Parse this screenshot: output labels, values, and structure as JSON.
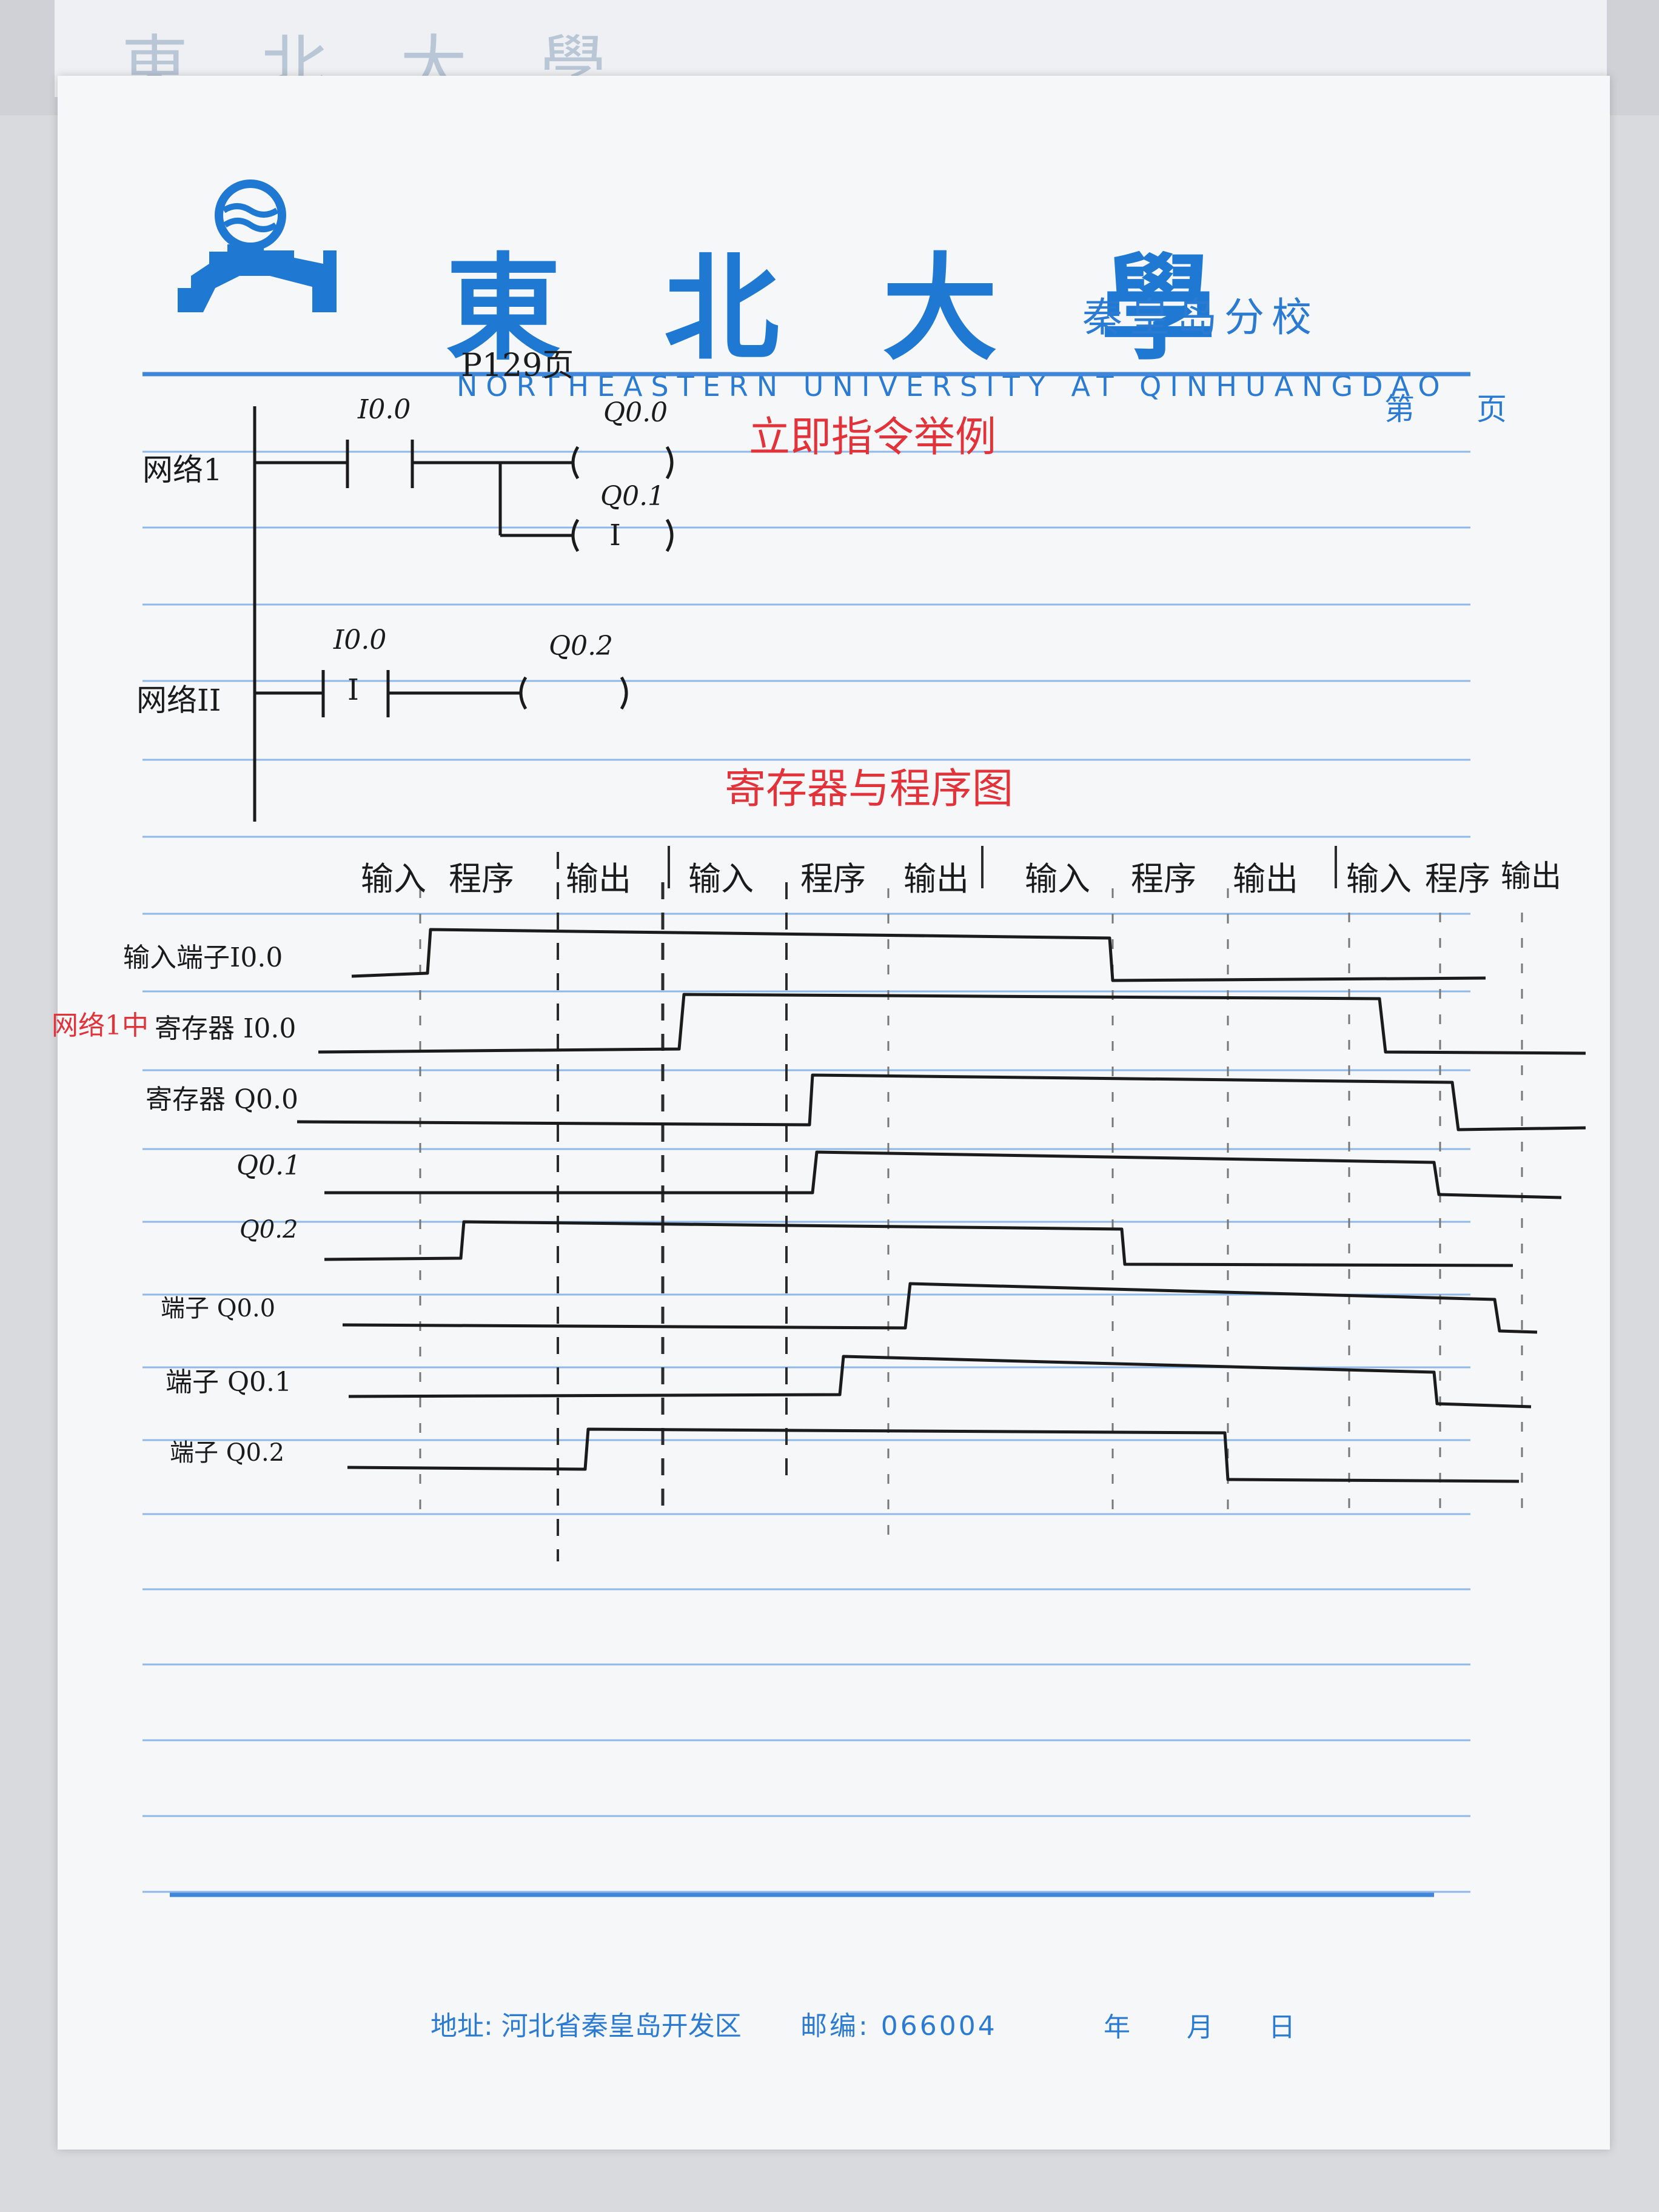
{
  "letterhead": {
    "university_cn": "東北大學",
    "campus_cn": "秦皇岛分校",
    "university_en": "NORTHEASTERN  UNIVERSITY  AT  QINHUANGDAO",
    "page_label": "第",
    "page_suffix": "页"
  },
  "notes": {
    "page_ref": "P129页",
    "heading_immediate": "立即指令举例",
    "heading_timing": "寄存器与程序图"
  },
  "ladder": {
    "network_1": {
      "label": "网络1",
      "contact": "I0.0",
      "coil_1": "Q0.0",
      "coil_2": "Q0.1",
      "coil_2_mark": "I"
    },
    "network_2": {
      "label": "网络II",
      "contact": "I0.0",
      "contact_mark": "I",
      "coil": "Q0.2"
    }
  },
  "timing": {
    "phases": [
      "输入",
      "程序",
      "输出",
      "输入",
      "程序",
      "输出",
      "输入",
      "程序",
      "输出",
      "输入",
      "程序",
      "输出"
    ],
    "side_note": "网络1中",
    "signals": [
      {
        "label": "输入端子I0.0"
      },
      {
        "label": "寄存器 I0.0"
      },
      {
        "label": "寄存器 Q0.0"
      },
      {
        "label": "Q0.1"
      },
      {
        "label": "Q0.2"
      },
      {
        "label": "端子 Q0.0"
      },
      {
        "label": "端子 Q0.1"
      },
      {
        "label": "端子 Q0.2"
      }
    ]
  },
  "footer": {
    "address": "地址: 河北省秦皇岛开发区",
    "postcode": "邮编: 066004",
    "year": "年",
    "month": "月",
    "day": "日"
  },
  "colors": {
    "letterhead_blue": "#2a7bd1",
    "ruling_blue": "#8fb8e8",
    "ink": "#1b1b1b",
    "red_ink": "#e2333b"
  }
}
